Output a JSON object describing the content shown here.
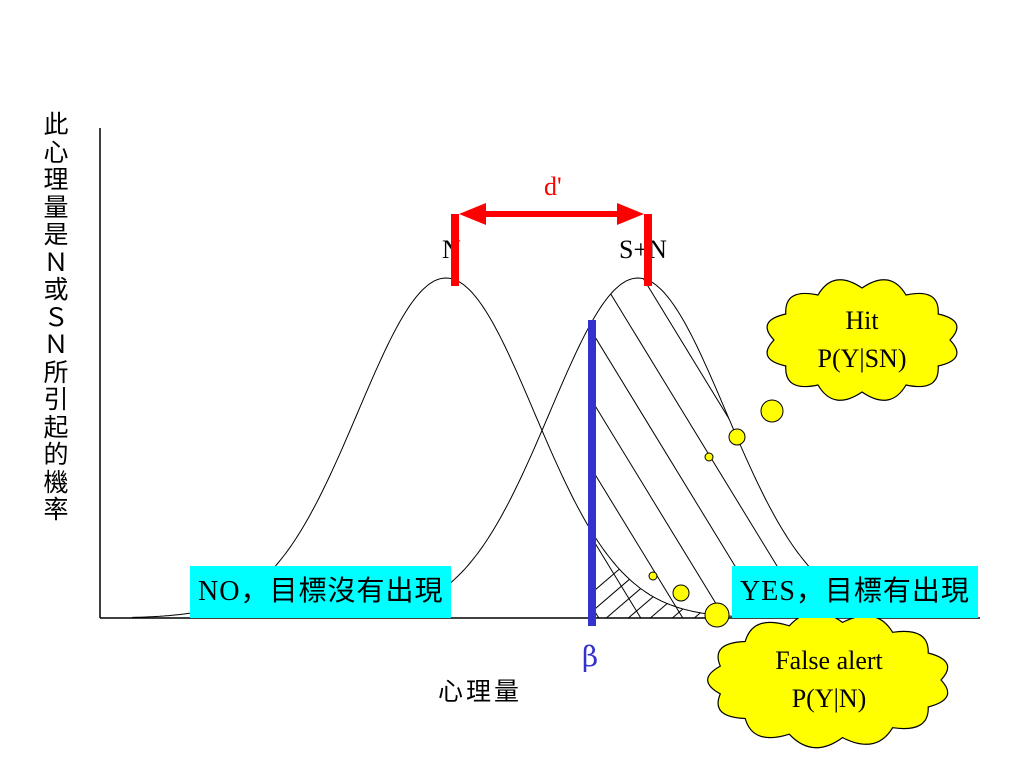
{
  "y_axis_label": "此心理量是Ｎ或ＳＮ所引起的機率",
  "x_axis_label": "心理量",
  "curve_labels": {
    "noise": "N",
    "signal_noise": "S+N"
  },
  "sensitivity_label": "d'",
  "criterion_label": "β",
  "decision_boxes": {
    "no": "NO，目標沒有出現",
    "yes": "YES，目標有出現"
  },
  "callouts": {
    "hit": {
      "title": "Hit",
      "formula": "P(Y|SN)"
    },
    "false_alarm": {
      "title": "False alert",
      "formula": "P(Y|N)"
    }
  },
  "colors": {
    "d_prime_arrow": "#ff0000",
    "criterion_line": "#3333cc",
    "decision_box": "#00ffff",
    "callout_fill": "#ffff00"
  }
}
